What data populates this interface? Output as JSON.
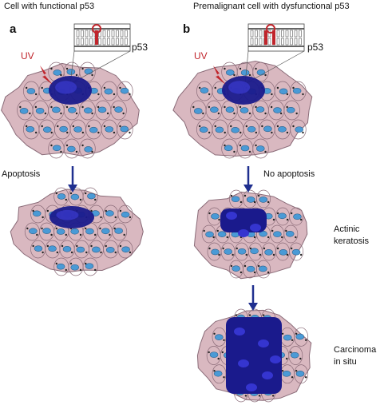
{
  "panel_a": {
    "title": "Cell with functional p53",
    "letter": "a",
    "uv_label": "UV",
    "gene_label": "p53",
    "outcome_label": "Apoptosis"
  },
  "panel_b": {
    "title": "Premalignant cell with dysfunctional p53",
    "letter": "b",
    "uv_label": "UV",
    "gene_label": "p53",
    "outcome_label": "No apoptosis",
    "stage1_label_line1": "Actinic",
    "stage1_label_line2": "keratosis",
    "stage2_label_line1": "Carcinoma",
    "stage2_label_line2": "in situ"
  },
  "colors": {
    "tissue": "#d9b8c0",
    "cell_border": "#8a6b78",
    "nucleus": "#4a9ad6",
    "damaged": "#1a1a8c",
    "arrow": "#1f2f8f",
    "uv_bolt": "#c0242b"
  }
}
